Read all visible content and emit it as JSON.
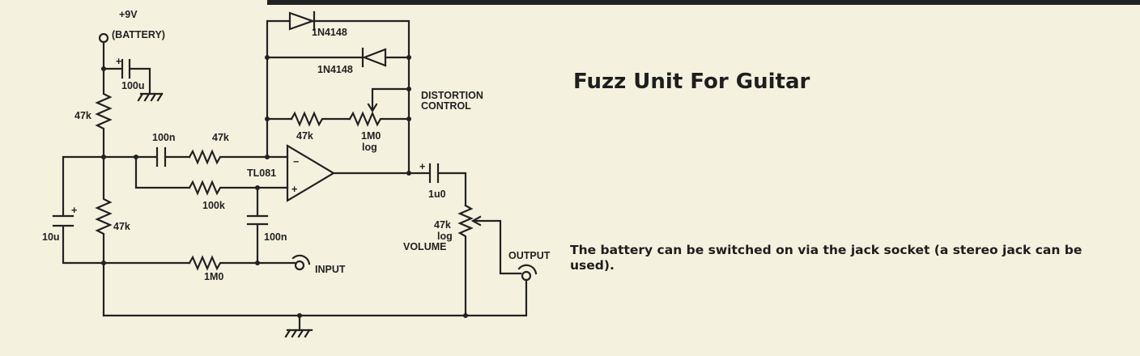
{
  "title": "Fuzz Unit For Guitar",
  "caption": "The battery can be switched on via the jack socket (a stereo jack can be used).",
  "labels": {
    "supply_voltage": "+9V",
    "supply_note": "(BATTERY)",
    "cap_supply": "100u",
    "cap_supply_polarity": "+",
    "r_bias_top": "47k",
    "r_bias_bottom": "47k",
    "cap_bias": "10u",
    "cap_bias_polarity": "+",
    "cap_input_coupling": "100n",
    "r_input": "47k",
    "r_bias_feed": "100k",
    "cap_noninv": "100n",
    "r_input_bias": "1M0",
    "input": "INPUT",
    "opamp": "TL081",
    "opamp_inv": "−",
    "opamp_noninv": "+",
    "diode_1": "1N4148",
    "diode_2": "1N4148",
    "distortion_1": "DISTORTION",
    "distortion_2": "CONTROL",
    "r_feedback": "47k",
    "pot_distortion": "1M0",
    "pot_distortion_taper": "log",
    "cap_output": "1u0",
    "cap_output_polarity": "+",
    "pot_volume": "47k",
    "pot_volume_taper": "log",
    "volume": "VOLUME",
    "output": "OUTPUT"
  }
}
